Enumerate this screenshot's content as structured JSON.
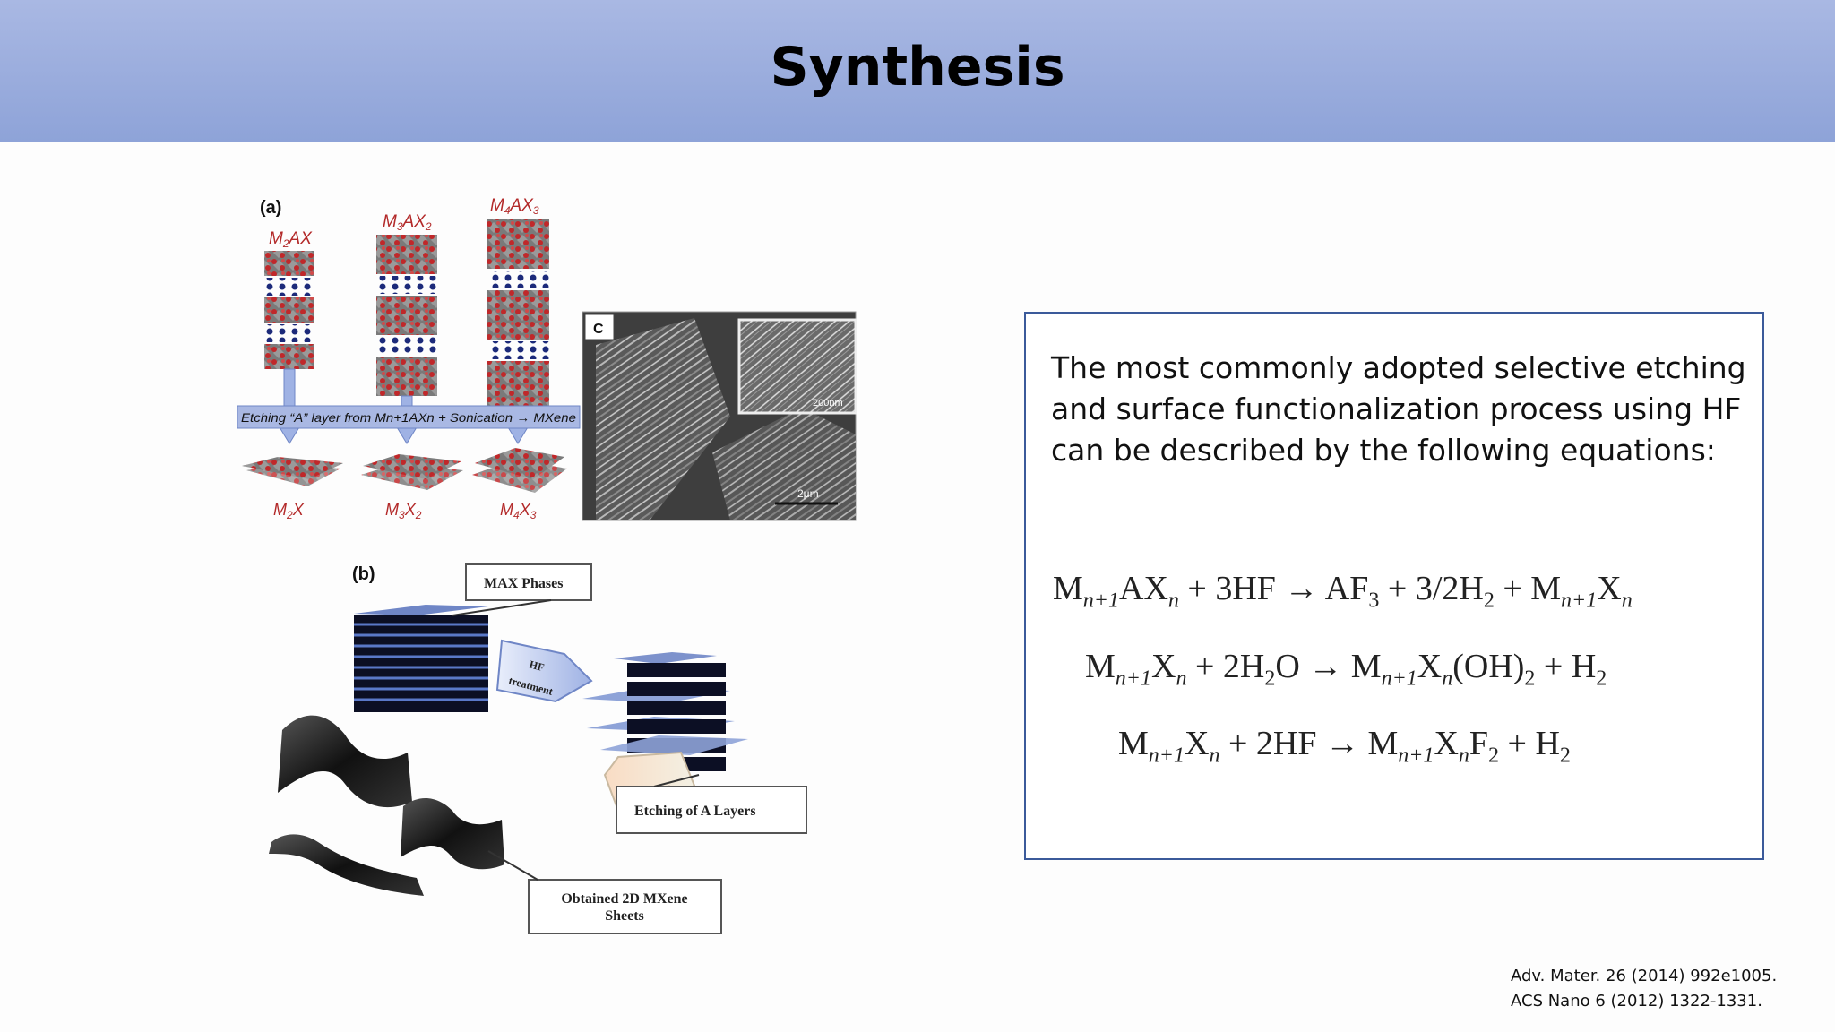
{
  "slide": {
    "title": "Synthesis",
    "intro_text": "The most commonly adopted selective etching and surface functionalization process using HF can be described by the following equations:",
    "equations": {
      "eq1": {
        "m1": "M",
        "s1": "n+1",
        "a1": "AX",
        "s2": "n",
        "rest": " + 3HF → AF",
        "s3": "3",
        "rest2": " + 3/2H",
        "s4": "2",
        "rest3": " + M",
        "s5": "n+1",
        "x": "X",
        "s6": "n"
      },
      "eq2": {
        "m1": "M",
        "s1": "n+1",
        "x1": "X",
        "s2": "n",
        "rest": " + 2H",
        "s3": "2",
        "rest2": "O → M",
        "s4": "n+1",
        "x2": "X",
        "s5": "n",
        "rest3": "(OH)",
        "s6": "2",
        "rest4": " + H",
        "s7": "2"
      },
      "eq3": {
        "m1": "M",
        "s1": "n+1",
        "x1": "X",
        "s2": "n",
        "rest": " + 2HF → M",
        "s3": "n+1",
        "x2": "X",
        "s4": "n",
        "rest2": "F",
        "s5": "2",
        "rest3": " + H",
        "s6": "2"
      }
    },
    "references": [
      "Adv. Mater. 26 (2014) 992e1005.",
      "ACS Nano 6 (2012) 1322-1331."
    ]
  },
  "figure": {
    "panel_a": "(a)",
    "panel_b": "(b)",
    "panel_c": "C",
    "max_labels": [
      {
        "m": "M",
        "ms": "2",
        "ax": "AX",
        "as": ""
      },
      {
        "m": "M",
        "ms": "3",
        "ax": "AX",
        "as": "2"
      },
      {
        "m": "M",
        "ms": "4",
        "ax": "AX",
        "as": "3"
      }
    ],
    "mxene_labels": [
      {
        "m": "M",
        "ms": "2",
        "x": "X",
        "xs": ""
      },
      {
        "m": "M",
        "ms": "3",
        "x": "X",
        "xs": "2"
      },
      {
        "m": "M",
        "ms": "4",
        "x": "X",
        "xs": "3"
      }
    ],
    "etching_banner": "Etching “A” layer from Mn+1AXn + Sonication → MXene",
    "scale_inset": "200nm",
    "scale_main": "2μm",
    "max_phases": "MAX Phases",
    "hf_1": "HF",
    "hf_2": "treatment",
    "sonication": "Sonication",
    "etching_a_layers": "Etching of A Layers",
    "obtained_1": "Obtained 2D MXene",
    "obtained_2": "Sheets"
  },
  "colors": {
    "header_top": "#a9b8e3",
    "header_bottom": "#8ea3d8",
    "box_border": "#3b5a9a",
    "banner": "#a9b8e3",
    "atom_red": "#c0282a",
    "atom_blue": "#1c2a7a"
  }
}
